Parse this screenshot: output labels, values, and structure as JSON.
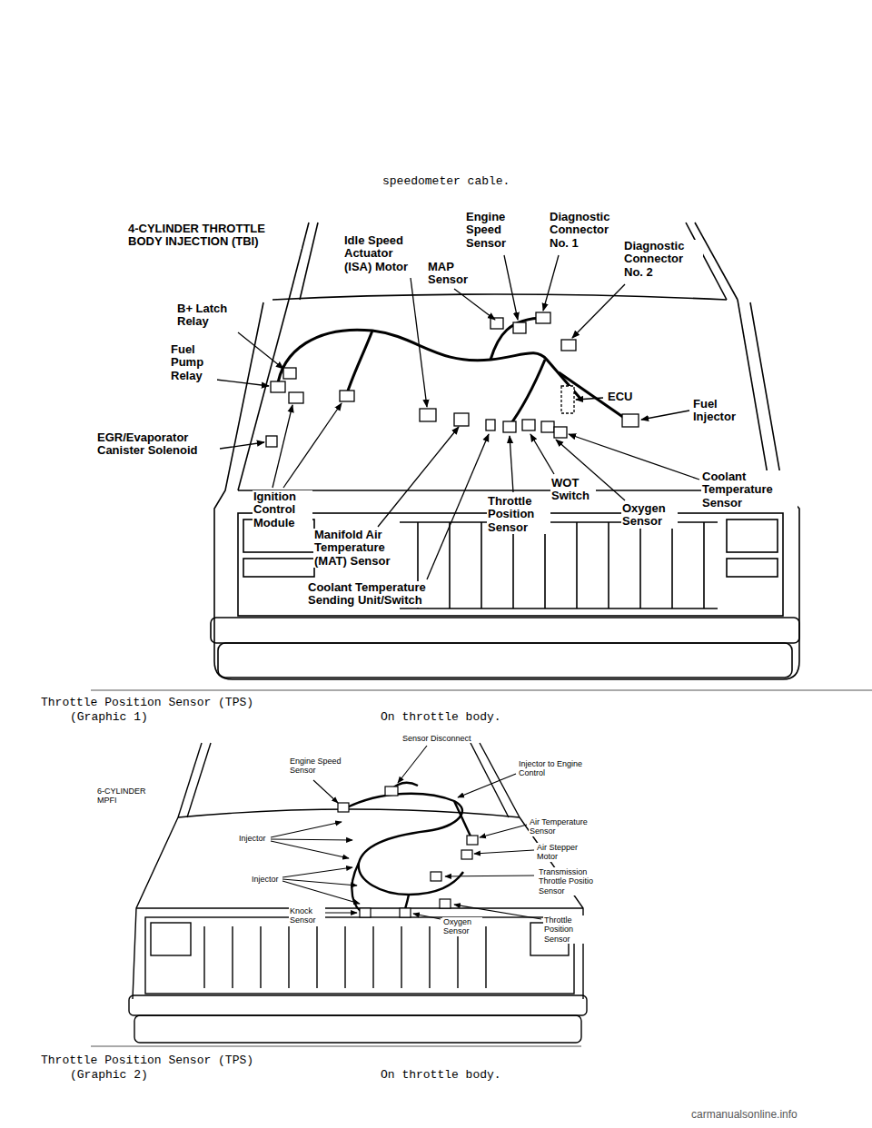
{
  "diagram": {
    "labels": [
      "speedometer cable.",
      "4-CYLINDER THROTTLE BODY INJECTION (TBI)",
      "Idle Speed Actuator (ISA) Motor",
      "Engine Speed Sensor",
      "Diagnostic Connector No. 1",
      "Diagnostic Connector No. 2",
      "MAP Sensor",
      "B+ Latch Relay",
      "Fuel Pump Relay",
      "EGR/Evaporator Canister Solenoid",
      "ECU",
      "Fuel Injector",
      "Ignition Control Module",
      "WOT Switch",
      "Throttle Position Sensor",
      "Oxygen Sensor",
      "Coolant Temperature Sensor",
      "Manifold Air Temperature (MAT) Sensor",
      "Coolant Temperature Sending Unit/Switch",
      "Throttle Position Sensor (TPS) (Graphic 1)",
      "On throttle body.",
      "6-CYLINDER MPFI",
      "Sensor Disconnect",
      "Engine Speed Sensor",
      "Injector to Engine Control",
      "Air Temperature Sensor",
      "Air Stepper Motor",
      "Injector",
      "Transmission Throttle Positio Sensor",
      "Injector",
      "Knock Sensor",
      "Oxygen Sensor",
      "Throttle Position Sensor",
      "Throttle Position Sensor (TPS) (Graphic 2)",
      "On throttle body.",
      "carmanualsonline.info"
    ]
  }
}
